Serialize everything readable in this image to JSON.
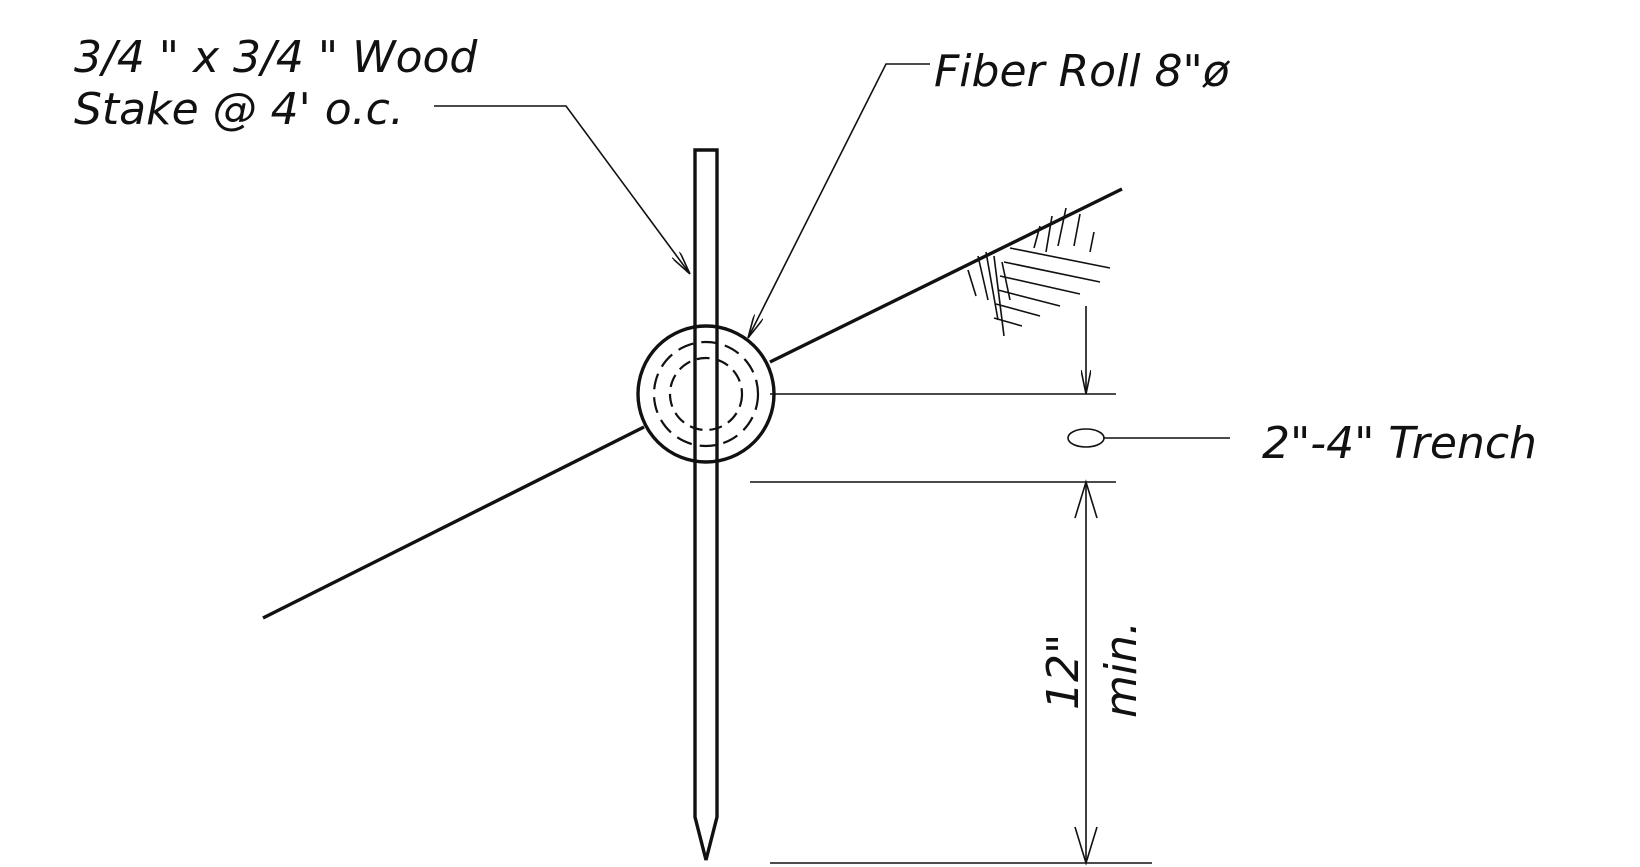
{
  "labels": {
    "stake_line1": "3/4 \" x 3/4 \" Wood",
    "stake_line2": "Stake @ 4' o.c.",
    "fiber_roll": "Fiber Roll 8\"ø",
    "trench": "2\"-4\" Trench",
    "depth_value": "12\"",
    "depth_suffix": "min."
  }
}
